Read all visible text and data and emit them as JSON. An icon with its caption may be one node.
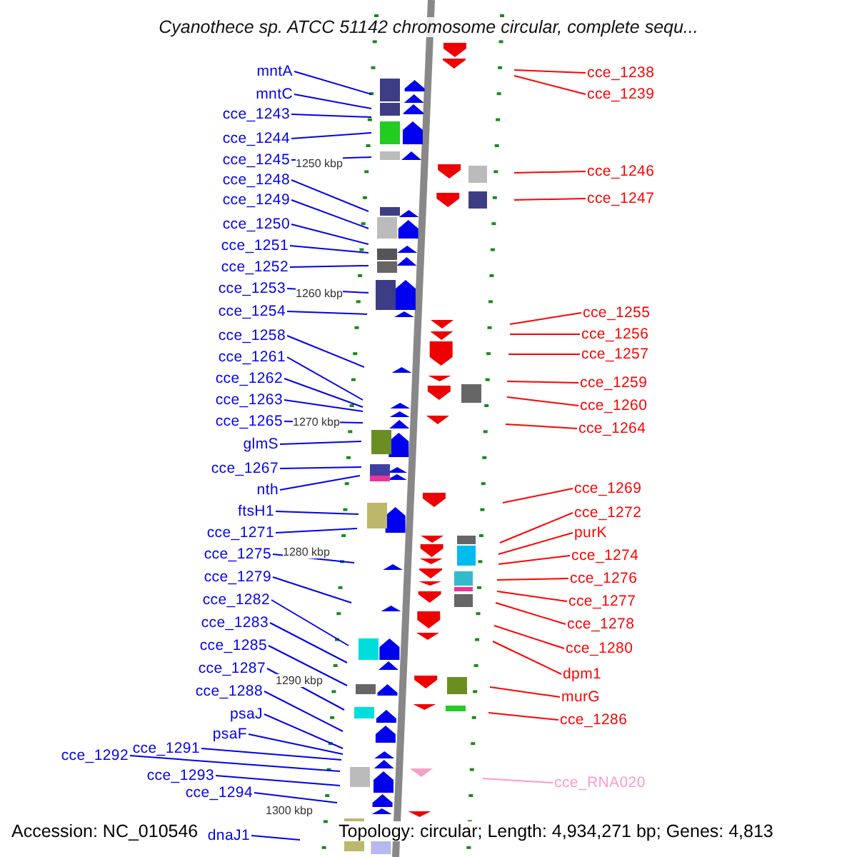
{
  "diagram": {
    "title": "Cyanothece sp. ATCC 51142 chromosome circular, complete sequ...",
    "nodes": [
      {
        "text": [
          "mntA"
        ]
      },
      {
        "text": [
          "mntC"
        ]
      },
      {
        "text": [
          "cce_1243"
        ]
      },
      {
        "text": [
          "cce_1244"
        ]
      },
      {
        "text": [
          "cce_1245"
        ]
      },
      {
        "text": [
          "cce_1248"
        ]
      },
      {
        "text": [
          "cce_1249"
        ]
      },
      {
        "text": [
          "cce_1250"
        ]
      },
      {
        "text": [
          "cce_1251"
        ]
      },
      {
        "text": [
          "cce_1252"
        ]
      },
      {
        "text": [
          "cce_1253"
        ]
      },
      {
        "text": [
          "cce_1254"
        ]
      },
      {
        "text": [
          "cce_1258"
        ]
      },
      {
        "text": [
          "cce_1261"
        ]
      },
      {
        "text": [
          "cce_1262"
        ]
      },
      {
        "text": [
          "cce_1263"
        ]
      },
      {
        "text": [
          "cce_1265"
        ]
      },
      {
        "text": [
          "glmS"
        ]
      },
      {
        "text": [
          "cce_1267"
        ]
      },
      {
        "text": [
          "nth"
        ]
      },
      {
        "text": [
          "ftsH1"
        ]
      },
      {
        "text": [
          "cce_1271"
        ]
      },
      {
        "text": [
          "cce_1275"
        ]
      },
      {
        "text": [
          "cce_1279"
        ]
      },
      {
        "text": [
          "cce_1282"
        ]
      },
      {
        "text": [
          "cce_1283"
        ]
      },
      {
        "text": [
          "cce_1285"
        ]
      },
      {
        "text": [
          "cce_1287"
        ]
      },
      {
        "text": [
          "cce_1288"
        ]
      },
      {
        "text": [
          "psaJ"
        ]
      },
      {
        "text": [
          "psaF"
        ]
      },
      {
        "text": [
          "cce_1292"
        ]
      },
      {
        "text": [
          "cce_1291"
        ]
      },
      {
        "text": [
          "cce_1293"
        ]
      },
      {
        "text": [
          "cce_1294"
        ]
      },
      {
        "text": [
          "dnaJ1"
        ]
      },
      {
        "text": [
          "cce_1238"
        ]
      },
      {
        "text": [
          "cce_1239"
        ]
      },
      {
        "text": [
          "cce_1246"
        ]
      },
      {
        "text": [
          "cce_1247"
        ]
      },
      {
        "text": [
          "cce_1255"
        ]
      },
      {
        "text": [
          "cce_1256"
        ]
      },
      {
        "text": [
          "cce_1257"
        ]
      },
      {
        "text": [
          "cce_1259"
        ]
      },
      {
        "text": [
          "cce_1260"
        ]
      },
      {
        "text": [
          "cce_1264"
        ]
      },
      {
        "text": [
          "cce_1269"
        ]
      },
      {
        "text": [
          "cce_1272"
        ]
      },
      {
        "text": [
          "purK"
        ]
      },
      {
        "text": [
          "cce_1274"
        ]
      },
      {
        "text": [
          "cce_1276"
        ]
      },
      {
        "text": [
          "cce_1277"
        ]
      },
      {
        "text": [
          "cce_1278"
        ]
      },
      {
        "text": [
          "cce_1280"
        ]
      },
      {
        "text": [
          "dpm1"
        ]
      },
      {
        "text": [
          "murG"
        ]
      },
      {
        "text": [
          "cce_1286"
        ]
      },
      {
        "text": [
          "cce_RNA020"
        ]
      }
    ],
    "edges": [
      {
        "from": 0,
        "to": null,
        "arrow": "none"
      },
      {
        "from": 1,
        "to": null,
        "arrow": "none"
      },
      {
        "from": 2,
        "to": null,
        "arrow": "none"
      },
      {
        "from": 3,
        "to": null,
        "arrow": "none"
      },
      {
        "from": 4,
        "to": null,
        "arrow": "none"
      },
      {
        "from": 5,
        "to": null,
        "arrow": "none"
      },
      {
        "from": 6,
        "to": null,
        "arrow": "none"
      },
      {
        "from": 7,
        "to": null,
        "arrow": "none"
      },
      {
        "from": 8,
        "to": null,
        "arrow": "none"
      },
      {
        "from": 9,
        "to": null,
        "arrow": "none"
      },
      {
        "from": 10,
        "to": null,
        "arrow": "none"
      },
      {
        "from": 11,
        "to": null,
        "arrow": "none"
      },
      {
        "from": 12,
        "to": null,
        "arrow": "none"
      },
      {
        "from": 13,
        "to": null,
        "arrow": "none"
      },
      {
        "from": 14,
        "to": null,
        "arrow": "none"
      },
      {
        "from": 15,
        "to": null,
        "arrow": "none"
      },
      {
        "from": 16,
        "to": null,
        "arrow": "none"
      },
      {
        "from": 17,
        "to": null,
        "arrow": "none"
      },
      {
        "from": 18,
        "to": null,
        "arrow": "none"
      },
      {
        "from": 19,
        "to": null,
        "arrow": "none"
      },
      {
        "from": 20,
        "to": null,
        "arrow": "none"
      },
      {
        "from": 21,
        "to": null,
        "arrow": "none"
      },
      {
        "from": 22,
        "to": null,
        "arrow": "none"
      },
      {
        "from": 23,
        "to": null,
        "arrow": "none"
      },
      {
        "from": 24,
        "to": null,
        "arrow": "none"
      },
      {
        "from": 25,
        "to": null,
        "arrow": "none"
      },
      {
        "from": 26,
        "to": null,
        "arrow": "none"
      },
      {
        "from": 27,
        "to": null,
        "arrow": "none"
      },
      {
        "from": 28,
        "to": null,
        "arrow": "none"
      },
      {
        "from": 29,
        "to": null,
        "arrow": "none"
      },
      {
        "from": 30,
        "to": null,
        "arrow": "none"
      },
      {
        "from": 31,
        "to": null,
        "arrow": "none"
      },
      {
        "from": 32,
        "to": null,
        "arrow": "none"
      },
      {
        "from": 33,
        "to": null,
        "arrow": "none"
      },
      {
        "from": 34,
        "to": null,
        "arrow": "none"
      },
      {
        "from": 35,
        "to": null,
        "arrow": "none"
      },
      {
        "from": 36,
        "to": null,
        "arrow": "none",
        "color": "#ff0000"
      },
      {
        "from": 37,
        "to": null,
        "arrow": "none",
        "color": "#ff0000"
      },
      {
        "from": 38,
        "to": null,
        "arrow": "none",
        "color": "#ff0000"
      },
      {
        "from": 39,
        "to": null,
        "arrow": "none",
        "color": "#ff0000"
      },
      {
        "from": 40,
        "to": null,
        "arrow": "none",
        "color": "#ff0000"
      },
      {
        "from": 41,
        "to": null,
        "arrow": "none",
        "color": "#ff0000"
      },
      {
        "from": 42,
        "to": null,
        "arrow": "none",
        "color": "#ff0000"
      },
      {
        "from": 43,
        "to": null,
        "arrow": "none",
        "color": "#ff0000"
      },
      {
        "from": 44,
        "to": null,
        "arrow": "none",
        "color": "#ff0000"
      },
      {
        "from": 45,
        "to": null,
        "arrow": "none",
        "color": "#ff0000"
      },
      {
        "from": 46,
        "to": null,
        "arrow": "none",
        "color": "#ff0000"
      },
      {
        "from": 47,
        "to": null,
        "arrow": "none",
        "color": "#ff0000"
      },
      {
        "from": 48,
        "to": null,
        "arrow": "none",
        "color": "#ff0000"
      },
      {
        "from": 49,
        "to": null,
        "arrow": "none",
        "color": "#ff0000"
      },
      {
        "from": 50,
        "to": null,
        "arrow": "none",
        "color": "#ff0000"
      },
      {
        "from": 51,
        "to": null,
        "arrow": "none",
        "color": "#ff0000"
      },
      {
        "from": 52,
        "to": null,
        "arrow": "none",
        "color": "#ff0000"
      },
      {
        "from": 53,
        "to": null,
        "arrow": "none",
        "color": "#ff0000"
      },
      {
        "from": 54,
        "to": null,
        "arrow": "none",
        "color": "#ff0000"
      },
      {
        "from": 55,
        "to": null,
        "arrow": "none",
        "color": "#ff0000"
      },
      {
        "from": 56,
        "to": null,
        "arrow": "none",
        "color": "#ff0000"
      },
      {
        "from": 57,
        "to": null,
        "arrow": "none",
        "color": "#ff99cc"
      }
    ],
    "labels": [
      "1250 kbp",
      "1260 kbp",
      "1270 kbp",
      "1280 kbp",
      "1290 kbp",
      "1300 kbp",
      "Accession: NC_010546",
      "Topology: circular; Length: 4,934,271 bp; Genes: 4,813"
    ]
  }
}
